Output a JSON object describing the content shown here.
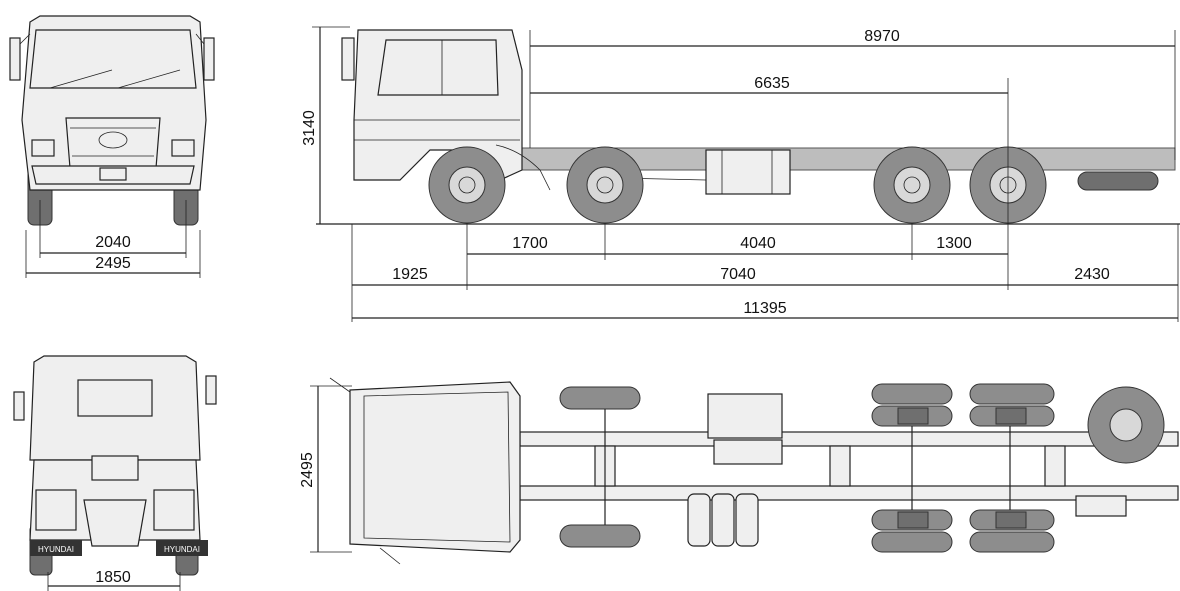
{
  "dimensions": {
    "overall_length": "11395",
    "body_length": "8970",
    "frame_length": "6635",
    "height": "3140",
    "front_overhang": "1925",
    "wheelbase_total": "7040",
    "rear_overhang": "2430",
    "axle_spacing_1": "1700",
    "axle_spacing_2": "4040",
    "axle_spacing_3": "1300",
    "front_track": "2040",
    "front_width": "2495",
    "top_width": "2495",
    "rear_track": "1850"
  },
  "badges": {
    "left": "HYUNDAI",
    "right": "HYUNDAI"
  },
  "colors": {
    "line": "#222222",
    "frame": "#bdbdbd",
    "tire": "#8d8d8d",
    "background": "#ffffff"
  }
}
